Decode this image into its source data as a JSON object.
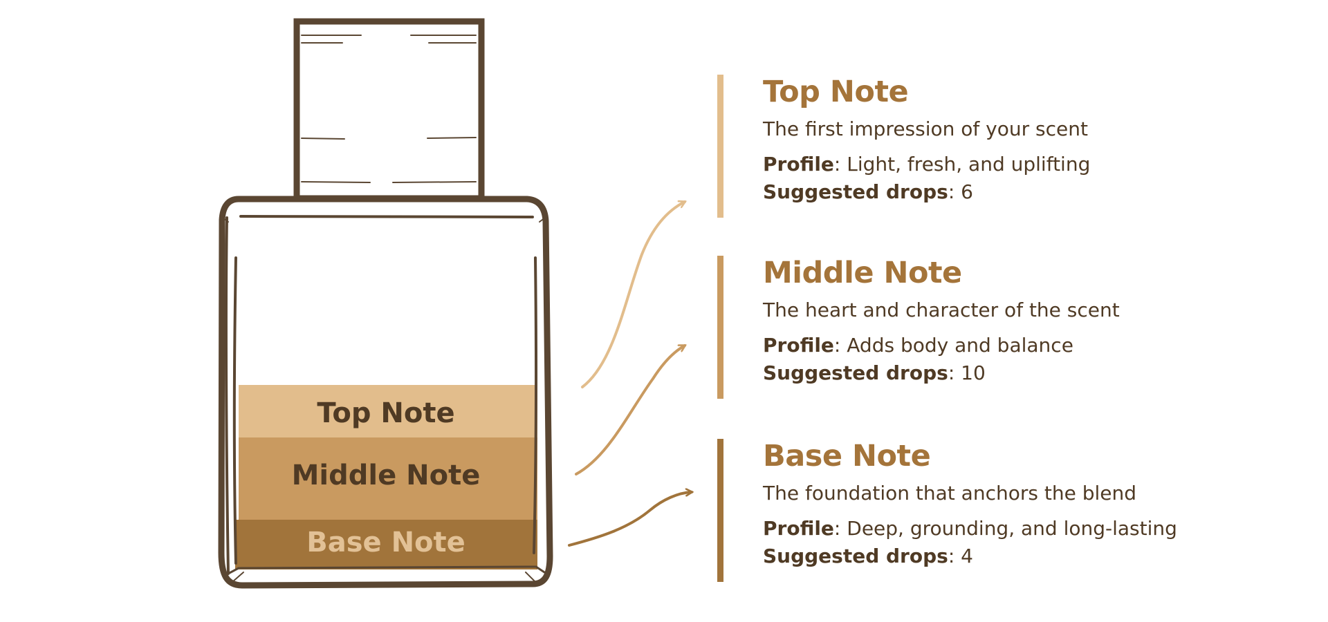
{
  "colors": {
    "outline": "#5a4632",
    "top_layer": "#e2bd8c",
    "middle_layer": "#c99a60",
    "base_layer": "#a1743b",
    "heading": "#a4743a",
    "text": "#4f3a24",
    "base_label": "#e2c196"
  },
  "bottle": {
    "layers": [
      {
        "key": "top",
        "label": "Top Note",
        "color": "#e2bd8c",
        "text_color": "#4f3a24"
      },
      {
        "key": "middle",
        "label": "Middle Note",
        "color": "#c99a60",
        "text_color": "#4f3a24"
      },
      {
        "key": "base",
        "label": "Base Note",
        "color": "#a1743b",
        "text_color": "#e2c196"
      }
    ]
  },
  "notes": [
    {
      "title": "Top Note",
      "description": "The first impression of your scent",
      "profile_label": "Profile",
      "profile_value": ": Light, fresh, and uplifting",
      "drops_label": "Suggested drops",
      "drops_value": ": 6",
      "bar_color": "#e2bd8c"
    },
    {
      "title": "Middle Note",
      "description": "The heart and character of the scent",
      "profile_label": "Profile",
      "profile_value": ": Adds body and balance",
      "drops_label": "Suggested drops",
      "drops_value": ": 10",
      "bar_color": "#c99a60"
    },
    {
      "title": "Base Note",
      "description": "The foundation that anchors the blend",
      "profile_label": "Profile",
      "profile_value": ": Deep, grounding, and long-lasting",
      "drops_label": "Suggested drops",
      "drops_value": ": 4",
      "bar_color": "#a1743b"
    }
  ]
}
